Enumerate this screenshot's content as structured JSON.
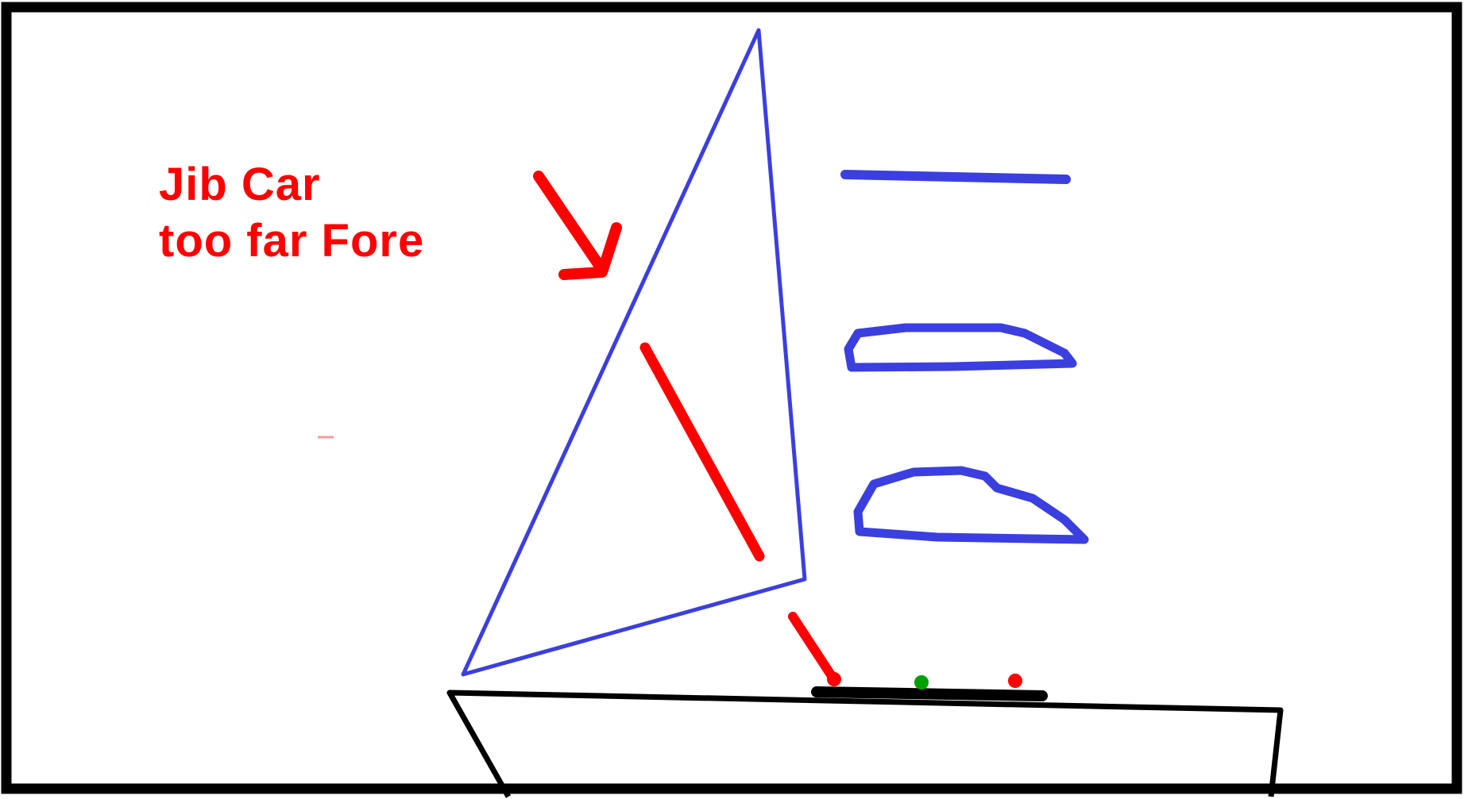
{
  "annotation": {
    "line1": "Jib Car",
    "line2": "too far Fore"
  },
  "colors": {
    "frame": "#000000",
    "sail": "#3b3fe0",
    "annotation": "#ff0000",
    "car_good": "#00a000",
    "background": "#ffffff"
  },
  "icons": {
    "arrow": "down-right-arrow",
    "sail": "jib-sail",
    "hull": "boat-hull",
    "track": "jib-car-track"
  }
}
